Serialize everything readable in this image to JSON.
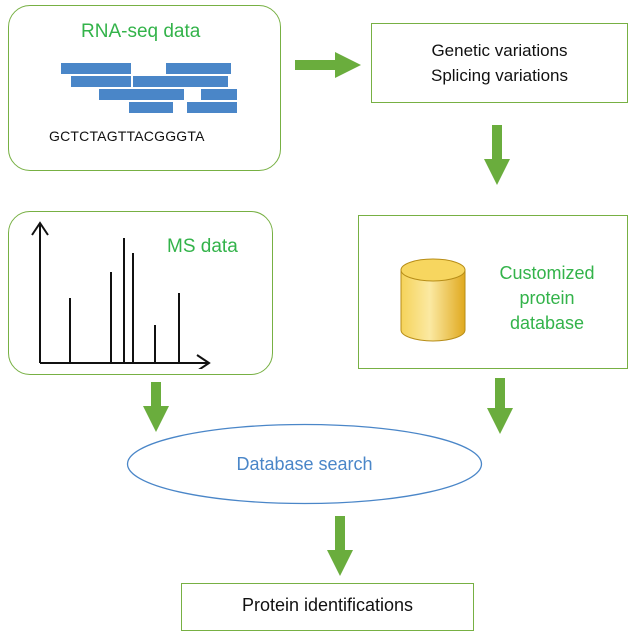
{
  "rna": {
    "title": "RNA-seq data",
    "sequence": "GCTCTAGTTACGGGTA"
  },
  "variations": {
    "line1": "Genetic variations",
    "line2": "Splicing variations"
  },
  "ms": {
    "title": "MS data"
  },
  "database": {
    "line1": "Customized",
    "line2": "protein",
    "line3": "database"
  },
  "search": {
    "label": "Database search"
  },
  "result": {
    "label": "Protein identifications"
  },
  "colors": {
    "border_green": "#77b043",
    "text_green": "#33b34a",
    "arrow_green": "#6aad3d",
    "read_blue": "#4a86c8",
    "search_blue": "#4a86c8",
    "cylinder_yellow": "#f0c23a"
  }
}
